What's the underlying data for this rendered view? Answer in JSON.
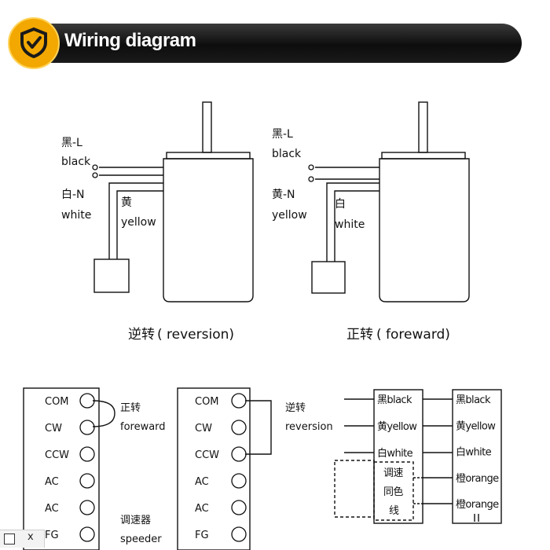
{
  "header": {
    "title": "Wiring diagram",
    "badge_icon": "shield-check-icon",
    "accent": "#f2a800"
  },
  "diagram_reversion": {
    "wire1_cn": "黑-L",
    "wire1_en": "black",
    "wire2_cn": "白-N",
    "wire2_en": "white",
    "wire3_cn": "黄",
    "wire3_en": "yellow",
    "caption_cn": "逆转",
    "caption_en": "( reversion)"
  },
  "diagram_foreward": {
    "wire1_cn": "黑-L",
    "wire1_en": "black",
    "wire2_cn": "黄-N",
    "wire2_en": "yellow",
    "wire3_cn": "白",
    "wire3_en": "white",
    "caption_cn": "正转",
    "caption_en": "( foreward)"
  },
  "terminal_left": {
    "terminals": [
      "COM",
      "CW",
      "CCW",
      "AC",
      "AC",
      "FG"
    ],
    "jumper_cn": "正转",
    "jumper_en": "foreward",
    "device_cn": "调速器",
    "device_en": "speeder"
  },
  "terminal_middle": {
    "terminals": [
      "COM",
      "CW",
      "CCW",
      "AC",
      "AC",
      "FG"
    ],
    "jumper_cn": "逆转",
    "jumper_en": "reversion"
  },
  "connector": {
    "left_pins": [
      {
        "cn": "黑",
        "en": "black"
      },
      {
        "cn": "黄",
        "en": "yellow"
      },
      {
        "cn": "白",
        "en": "white"
      }
    ],
    "note_lines": [
      "调速",
      "同色",
      "线"
    ],
    "right_pins": [
      {
        "cn": "黑",
        "en": "black"
      },
      {
        "cn": "黄",
        "en": "yellow"
      },
      {
        "cn": "白",
        "en": "white"
      },
      {
        "cn": "橙",
        "en": "orange"
      },
      {
        "cn": "橙",
        "en": "orange"
      }
    ]
  },
  "taskbar": {
    "close_label": "x",
    "square_icon": "window-square-icon"
  }
}
